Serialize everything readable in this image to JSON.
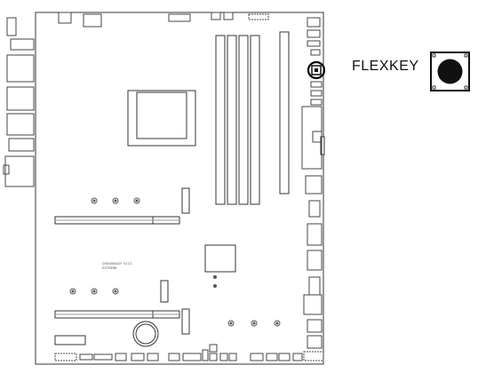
{
  "callout": {
    "label": "FLEXKEY",
    "icon": "push-button-icon",
    "highlight_color": "#000000"
  },
  "board": {
    "model_line1": "CROSSHAIR VIII",
    "model_line2": "EXTREME"
  }
}
